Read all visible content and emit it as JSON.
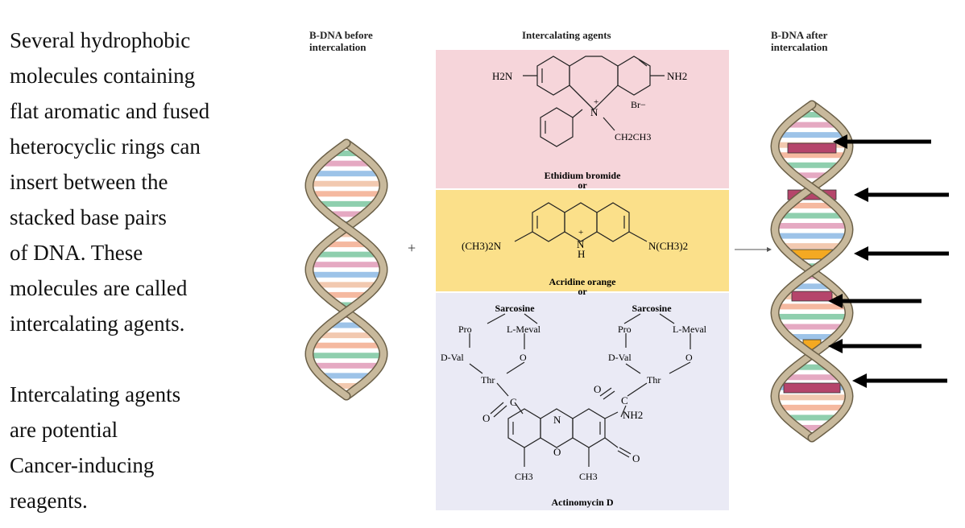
{
  "text": {
    "lines_1": [
      "Several hydrophobic",
      "molecules containing",
      "flat aromatic and fused",
      "heterocyclic rings can",
      "insert between the",
      "stacked base pairs",
      "of DNA. These",
      "molecules are called",
      "intercalating agents."
    ],
    "lines_2": [
      "Intercalating agents",
      "are potential",
      "Cancer-inducing",
      "reagents."
    ]
  },
  "headers": {
    "before_1": "B-DNA before",
    "before_2": "intercalation",
    "middle": "Intercalating agents",
    "after_1": "B-DNA after",
    "after_2": "intercalation"
  },
  "plus": "+",
  "ethidium": {
    "name": "Ethidium bromide",
    "or": "or",
    "h2n": "H2N",
    "nh2": "NH2",
    "n_plus": "N",
    "plus": "+",
    "br": "Br−",
    "ethyl": "CH2CH3"
  },
  "acridine": {
    "name": "Acridine orange",
    "or": "or",
    "left": "(CH3)2N",
    "right": "N(CH3)2",
    "n": "N",
    "h": "H",
    "plus": "+"
  },
  "actinomycin": {
    "name": "Actinomycin D",
    "sarcosine": "Sarcosine",
    "pro": "Pro",
    "meval": "L-Meval",
    "dval": "D-Val",
    "thr": "Thr",
    "o": "O",
    "c": "C",
    "n": "N",
    "nh2": "NH2",
    "ch3": "CH3"
  },
  "colors": {
    "ethidium_panel": "#f6d5da",
    "acridine_panel": "#fbe08a",
    "actinomycin_panel": "#eaeaf5",
    "helix_backbone": "#c8b99c",
    "intercalator_red": "#b5456b",
    "intercalator_orange": "#f4a922",
    "base_colors": [
      "#f5b9a0",
      "#8fcfae",
      "#e5a9c2",
      "#9dc3e8",
      "#f2c9b0"
    ]
  }
}
